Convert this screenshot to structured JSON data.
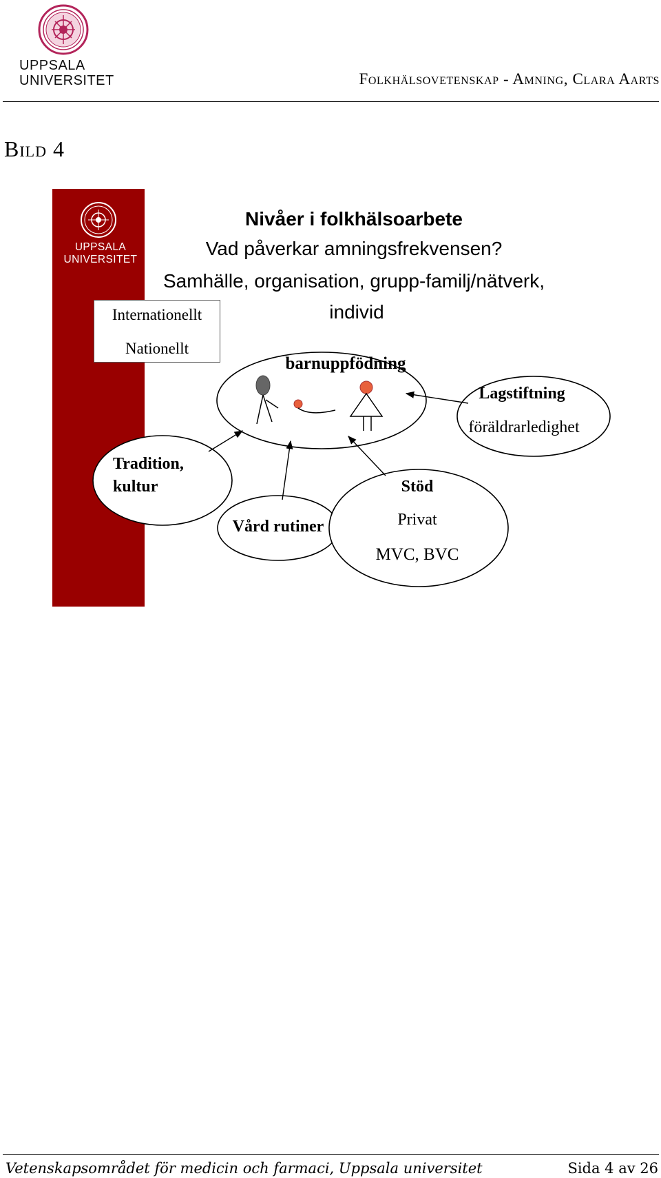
{
  "header": {
    "university_name": "UPPSALA UNIVERSITET",
    "course_title": "Folkhälsovetenskap - Amning, Clara Aarts"
  },
  "section": {
    "title": "Bild 4"
  },
  "slide": {
    "university_name": "UPPSALA UNIVERSITET",
    "title": "Nivåer i folkhälsoarbete",
    "question": "Vad påverkar amningsfrekvensen?",
    "levels": "Samhälle, organisation, grupp-familj/nätverk,",
    "individual": "individ",
    "box_international": "Internationellt",
    "box_national": "Nationellt",
    "center_label": "barnuppfödning",
    "law_title": "Lagstiftning",
    "law_detail": "föräldrarledighet",
    "tradition_line1": "Tradition,",
    "tradition_line2": "kultur",
    "care_label": "Vård rutiner",
    "support_title": "Stöd",
    "support_private": "Privat",
    "support_services": "MVC, BVC",
    "colors": {
      "bar": "#990000",
      "figure_gray": "#666666",
      "figure_orange": "#e8603c"
    }
  },
  "footer": {
    "left": "Vetenskapsområdet för medicin och farmaci, Uppsala universitet",
    "right": "Sida 4 av 26"
  }
}
